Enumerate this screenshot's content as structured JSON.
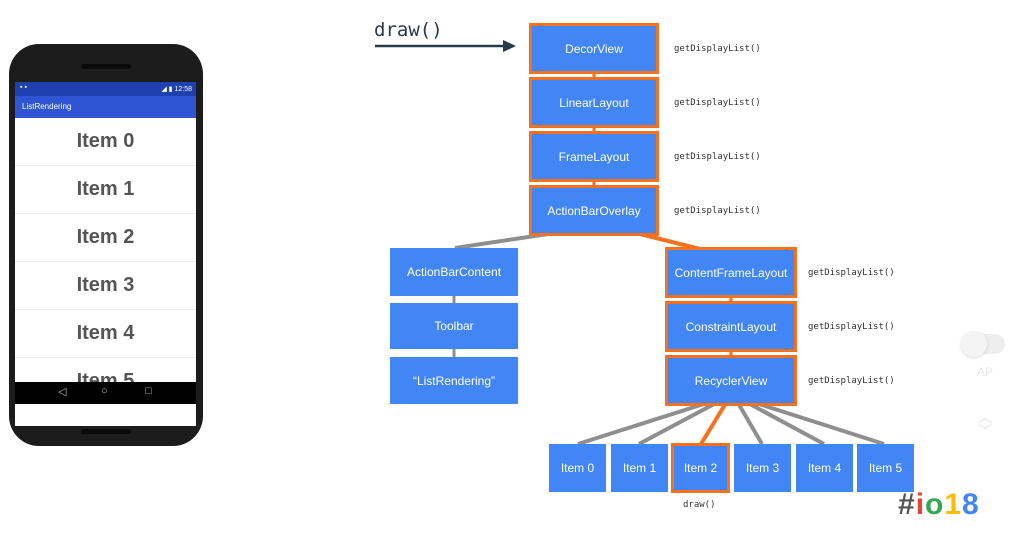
{
  "phone": {
    "status_time": "12:58",
    "app_title": "ListRendering",
    "items": [
      "Item 0",
      "Item 1",
      "Item 2",
      "Item 3",
      "Item 4",
      "Item 5"
    ],
    "nav_back": "◁",
    "nav_home": "○",
    "nav_recent": "□"
  },
  "diagram": {
    "draw_label": "draw()",
    "bottom_draw_label": "draw()",
    "call_label": "getDisplayList()",
    "nodes": {
      "decor_view": "DecorView",
      "linear_layout": "LinearLayout",
      "frame_layout": "FrameLayout",
      "action_bar_overlay": "ActionBarOverlay",
      "action_bar_content": "ActionBarContent",
      "toolbar": "Toolbar",
      "list_rendering": "“ListRendering”",
      "content_frame_layout": "ContentFrameLayout",
      "constraint_layout": "ConstraintLayout",
      "recycler_view": "RecyclerView",
      "item_0": "Item 0",
      "item_1": "Item 1",
      "item_2": "Item 2",
      "item_3": "Item 3",
      "item_4": "Item 4",
      "item_5": "Item 5"
    }
  },
  "overlay": {
    "ap_label": "AP",
    "logo": {
      "hash": "#",
      "i": "i",
      "o": "o",
      "one": "1",
      "eight": "8"
    }
  },
  "colors": {
    "box": "#4285f4",
    "highlight": "#f5711d",
    "connector": "#8f8f8f",
    "appbar": "#2f55d4",
    "statusbar": "#1f41b0"
  }
}
